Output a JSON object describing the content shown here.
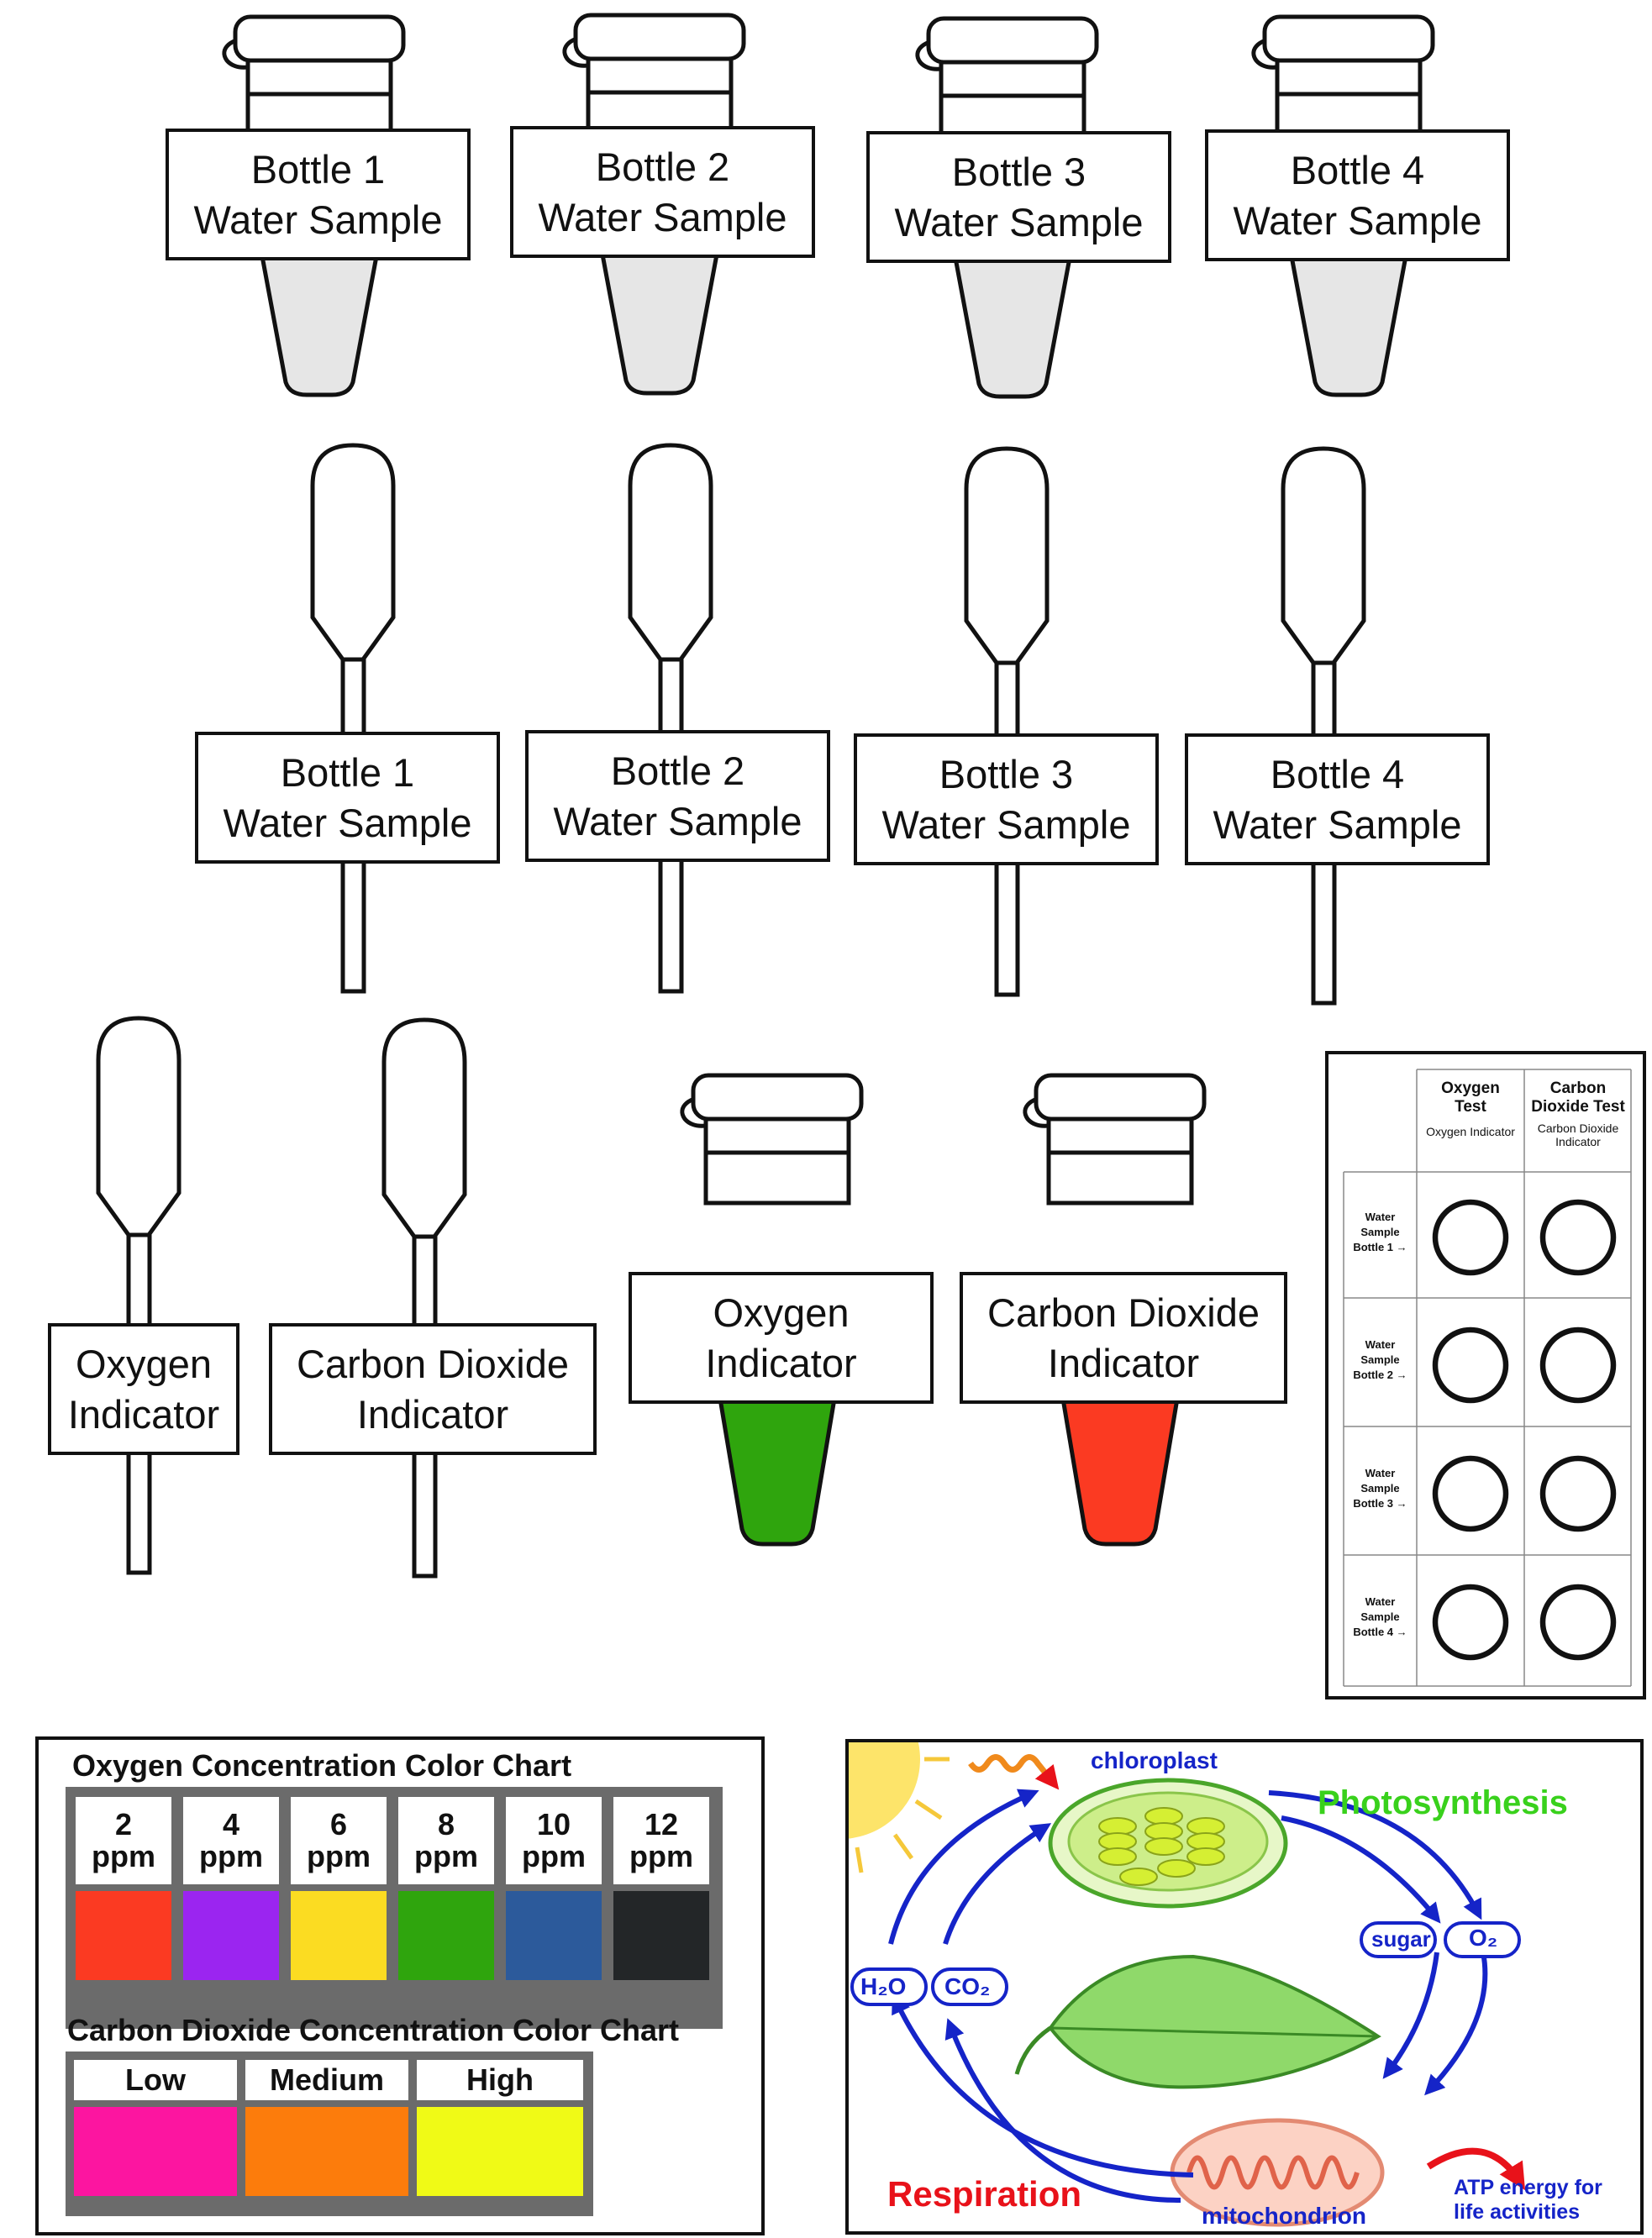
{
  "sample_bottles": [
    {
      "line1": "Bottle 1",
      "line2": "Water Sample"
    },
    {
      "line1": "Bottle 2",
      "line2": "Water Sample"
    },
    {
      "line1": "Bottle 3",
      "line2": "Water Sample"
    },
    {
      "line1": "Bottle 4",
      "line2": "Water Sample"
    }
  ],
  "sample_pipettes": [
    {
      "line1": "Bottle 1",
      "line2": "Water Sample"
    },
    {
      "line1": "Bottle 2",
      "line2": "Water Sample"
    },
    {
      "line1": "Bottle 3",
      "line2": "Water Sample"
    },
    {
      "line1": "Bottle 4",
      "line2": "Water Sample"
    }
  ],
  "indicator_pipettes": [
    {
      "line1": "Oxygen",
      "line2": "Indicator"
    },
    {
      "line1": "Carbon Dioxide",
      "line2": "Indicator"
    }
  ],
  "indicator_bottles": [
    {
      "line1": "Oxygen",
      "line2": "Indicator",
      "color": "#2fa50d"
    },
    {
      "line1": "Carbon Dioxide",
      "line2": "Indicator",
      "color": "#fb3a22"
    }
  ],
  "results_table": {
    "col1_title": "Oxygen\nTest",
    "col1_sub": "Oxygen Indicator",
    "col2_title": "Carbon\nDioxide Test",
    "col2_sub": "Carbon Dioxide\nIndicator",
    "rows": [
      {
        "label": "Water\nSample\nBottle 1 →"
      },
      {
        "label": "Water\nSample\nBottle 2 →"
      },
      {
        "label": "Water\nSample\nBottle 3 →"
      },
      {
        "label": "Water\nSample\nBottle 4 →"
      }
    ]
  },
  "oxygen_chart": {
    "title": "Oxygen Concentration Color Chart",
    "swatches": [
      {
        "value": "2",
        "unit": "ppm",
        "color": "#fb3a22"
      },
      {
        "value": "4",
        "unit": "ppm",
        "color": "#9b25f0"
      },
      {
        "value": "6",
        "unit": "ppm",
        "color": "#fbdc22"
      },
      {
        "value": "8",
        "unit": "ppm",
        "color": "#2fa50d"
      },
      {
        "value": "10",
        "unit": "ppm",
        "color": "#2c5a9b"
      },
      {
        "value": "12",
        "unit": "ppm",
        "color": "#232628"
      }
    ]
  },
  "co2_chart": {
    "title": "Carbon Dioxide Concentration Color Chart",
    "swatches": [
      {
        "label": "Low",
        "color": "#fc15a0"
      },
      {
        "label": "Medium",
        "color": "#fc7c0c"
      },
      {
        "label": "High",
        "color": "#f0fa16"
      }
    ]
  },
  "cycle_diagram": {
    "chloroplast": "chloroplast",
    "photosynthesis": "Photosynthesis",
    "sugar": "sugar",
    "o2": "O₂",
    "h2o": "H₂O",
    "co2": "CO₂",
    "respiration": "Respiration",
    "mitochondrion": "mitochondrion",
    "atp_line1": "ATP energy for",
    "atp_line2": "life activities",
    "colors": {
      "arrow": "#1524c8",
      "photosynthesis": "#39d11c",
      "respiration": "#e8121a",
      "label": "#1524c8",
      "sun": "#fde46a"
    }
  }
}
